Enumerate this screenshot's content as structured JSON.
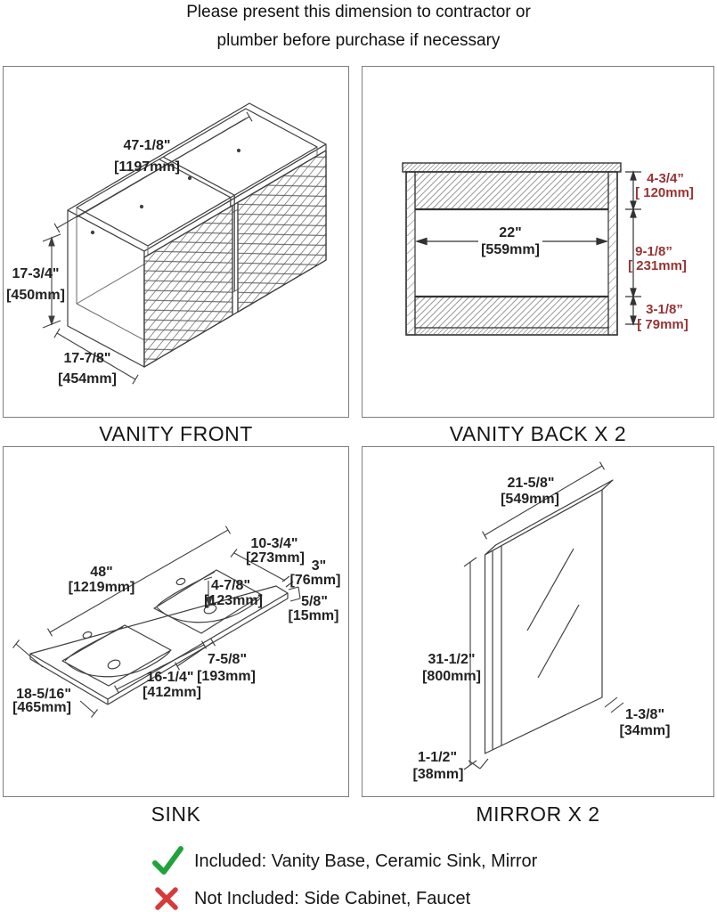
{
  "header": {
    "line1": "Please present this dimension to contractor or",
    "line2": "plumber before purchase if necessary"
  },
  "panels": {
    "vanity_front": {
      "caption": "VANITY FRONT",
      "width_in": "47-1/8\"",
      "width_mm": "[1197mm]",
      "height_in": "17-3/4\"",
      "height_mm": "[450mm]",
      "depth_in": "17-7/8\"",
      "depth_mm": "[454mm]"
    },
    "vanity_back": {
      "caption": "VANITY BACK X 2",
      "opening_in": "22\"",
      "opening_mm": "[559mm]",
      "top_in": "4-3/4”",
      "top_mm": "[ 120mm]",
      "middle_in": "9-1/8”",
      "middle_mm": "[ 231mm]",
      "bottom_in": "3-1/8”",
      "bottom_mm": "[ 79mm]"
    },
    "sink": {
      "caption": "SINK",
      "length_in": "48\"",
      "length_mm": "[1219mm]",
      "offset_in": "10-3/4\"",
      "offset_mm": "[273mm]",
      "back_in": "3\"",
      "back_mm": "[76mm]",
      "drain_in": "4-7/8\"",
      "drain_mm": "[123mm]",
      "thick_in": "5/8\"",
      "thick_mm": "[15mm]",
      "bowl_depth_in": "7-5/8\"",
      "bowl_depth_mm": "[193mm]",
      "bowl_len_in": "16-1/4\"",
      "bowl_len_mm": "[412mm]",
      "depth_in": "18-5/16\"",
      "depth_mm": "[465mm]"
    },
    "mirror": {
      "caption": "MIRROR X 2",
      "width_in": "21-5/8\"",
      "width_mm": "[549mm]",
      "height_in": "31-1/2\"",
      "height_mm": "[800mm]",
      "thick_in": "1-3/8\"",
      "thick_mm": "[34mm]",
      "bottom_in": "1-1/2\"",
      "bottom_mm": "[38mm]"
    }
  },
  "notes": {
    "included": "Included: Vanity Base, Ceramic Sink, Mirror",
    "not_included": "Not Included: Side Cabinet, Faucet"
  },
  "colors": {
    "line": "#3f3f3f",
    "dim_red": "#993333",
    "check_green": "#1fa33c",
    "cross_red": "#d63b3b"
  }
}
